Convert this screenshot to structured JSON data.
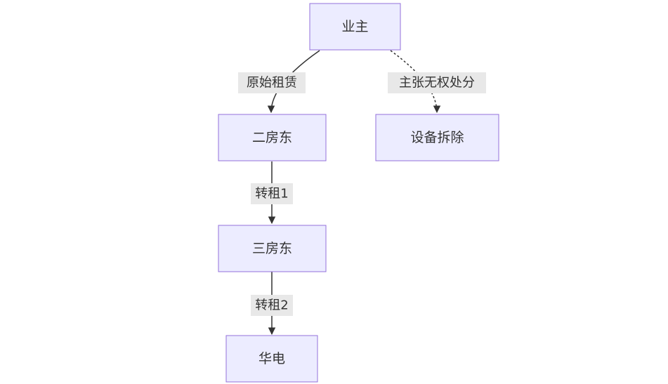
{
  "nodes": {
    "owner": "业主",
    "second_landlord": "二房东",
    "third_landlord": "三房东",
    "huadian": "华电",
    "equipment_removal": "设备拆除"
  },
  "edges": {
    "original_lease": "原始租赁",
    "claim_no_right": "主张无权处分",
    "sublease_1": "转租1",
    "sublease_2": "转租2"
  },
  "colors": {
    "node_fill": "#ECECFF",
    "node_stroke": "#9370DB",
    "edge_stroke": "#333333",
    "label_bg": "#e8e8e8"
  }
}
